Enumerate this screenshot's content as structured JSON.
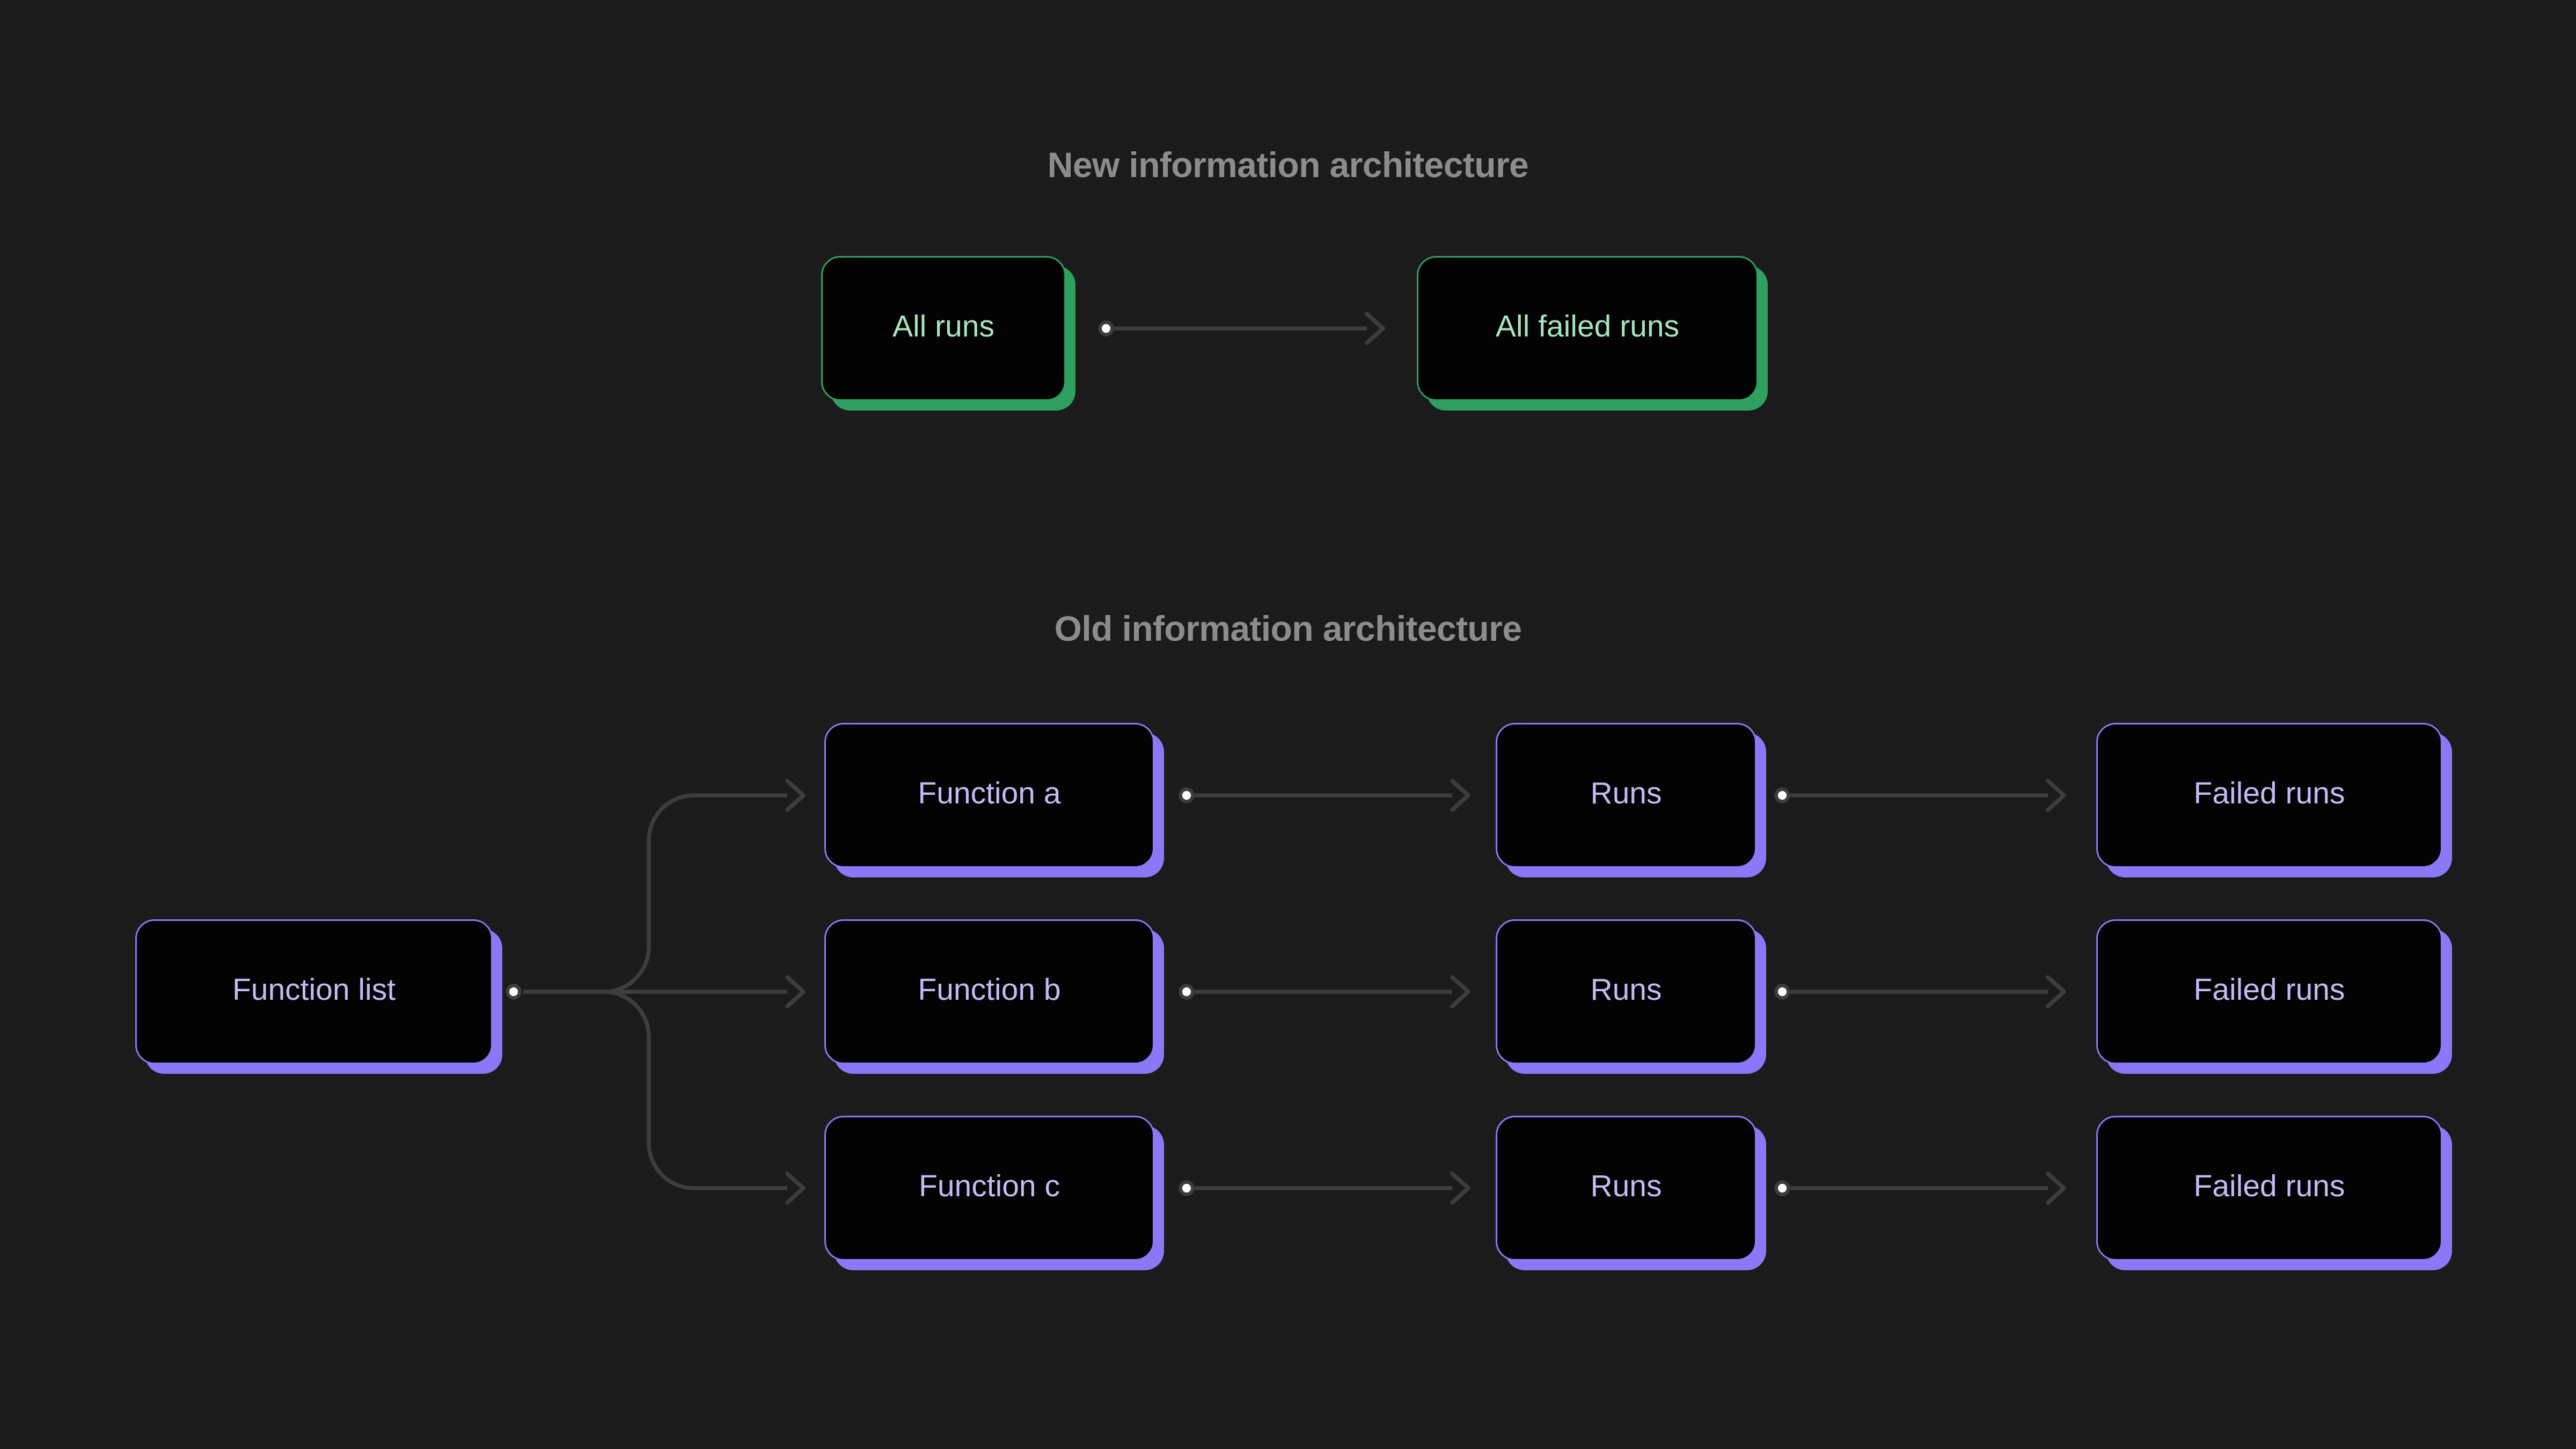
{
  "new_section": {
    "title": "New information architecture",
    "nodes": {
      "all_runs": {
        "label": "All runs"
      },
      "all_failed_runs": {
        "label": "All failed runs"
      }
    },
    "edges": [
      {
        "from": "all_runs",
        "to": "all_failed_runs"
      }
    ]
  },
  "old_section": {
    "title": "Old information architecture",
    "nodes": {
      "function_list": {
        "label": "Function list"
      },
      "function_a": {
        "label": "Function a"
      },
      "function_b": {
        "label": "Function b"
      },
      "function_c": {
        "label": "Function c"
      },
      "runs_a": {
        "label": "Runs"
      },
      "runs_b": {
        "label": "Runs"
      },
      "runs_c": {
        "label": "Runs"
      },
      "failed_runs_a": {
        "label": "Failed runs"
      },
      "failed_runs_b": {
        "label": "Failed runs"
      },
      "failed_runs_c": {
        "label": "Failed runs"
      }
    },
    "edges": [
      {
        "from": "function_list",
        "to": "function_a"
      },
      {
        "from": "function_list",
        "to": "function_b"
      },
      {
        "from": "function_list",
        "to": "function_c"
      },
      {
        "from": "function_a",
        "to": "runs_a"
      },
      {
        "from": "function_b",
        "to": "runs_b"
      },
      {
        "from": "function_c",
        "to": "runs_c"
      },
      {
        "from": "runs_a",
        "to": "failed_runs_a"
      },
      {
        "from": "runs_b",
        "to": "failed_runs_b"
      },
      {
        "from": "runs_c",
        "to": "failed_runs_c"
      }
    ]
  },
  "colors": {
    "background": "#1b1b1b",
    "node_fill": "#030303",
    "green_accent": "#2fa061",
    "green_text": "#a9e3bd",
    "purple_accent": "#8b78f6",
    "purple_text": "#c5baf3",
    "connector": "#3d3d3d",
    "dot_ring": "#3d3d3d",
    "dot_center": "#ffffff",
    "title_text": "#8c8c8c"
  }
}
